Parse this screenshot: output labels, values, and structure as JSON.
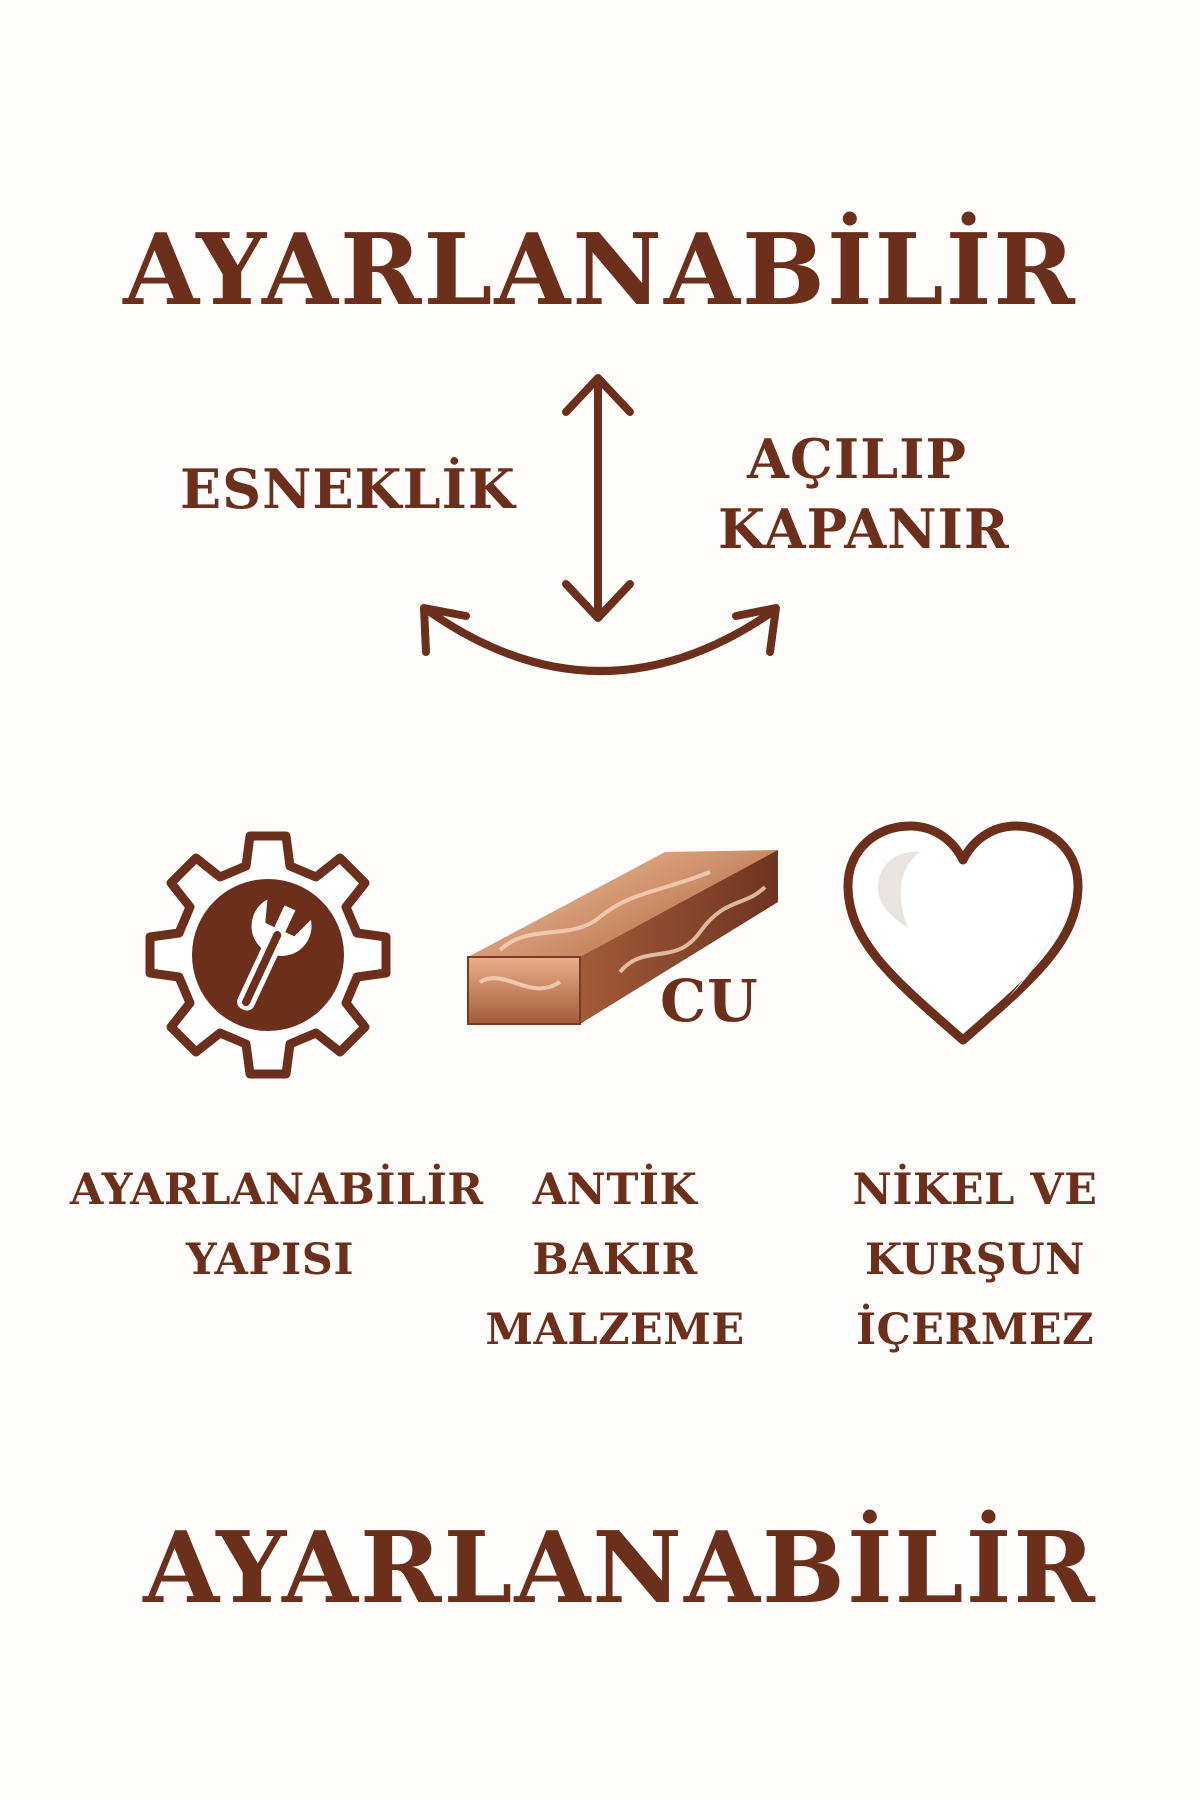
{
  "colors": {
    "brand_brown": "#6b2f1c",
    "copper": "#c98a63",
    "background": "#fefdfc"
  },
  "header": {
    "title": "AYARLANABİLİR"
  },
  "diagram": {
    "left_label": "ESNEKLİK",
    "right_label_line1": "AÇILIP",
    "right_label_line2": "KAPANIR",
    "icons": [
      "vertical-double-arrow-icon",
      "curved-double-arrow-icon"
    ]
  },
  "features": [
    {
      "icon": "gear-wrench-icon",
      "lines": [
        "AYARLANABİLİR",
        "YAPISI"
      ]
    },
    {
      "icon": "copper-bar-icon",
      "badge": "CU",
      "lines": [
        "ANTİK",
        "BAKIR",
        "MALZEME"
      ]
    },
    {
      "icon": "heart-icon",
      "lines": [
        "NİKEL VE",
        "KURŞUN",
        "İÇERMEZ"
      ]
    }
  ],
  "footer": {
    "title": "AYARLANABİLİR"
  }
}
